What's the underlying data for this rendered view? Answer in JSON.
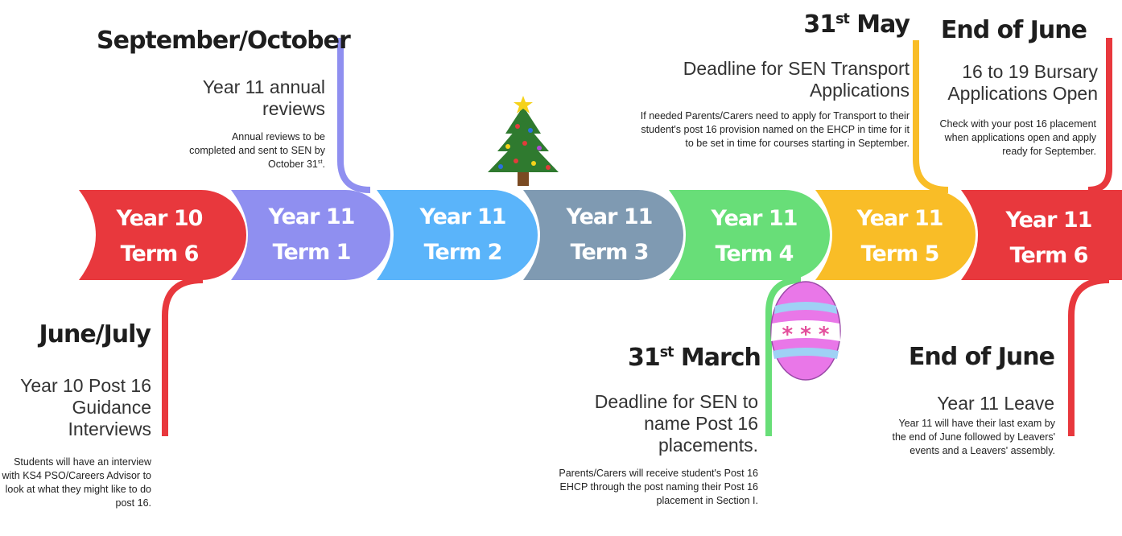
{
  "colors": {
    "y10t6": "#e8383d",
    "y11t1": "#8f8ff0",
    "y11t2": "#5ab4fa",
    "y11t3": "#7f9ab2",
    "y11t4": "#68de78",
    "y11t5": "#f9bd27",
    "y11t6": "#e8383d"
  },
  "segments": [
    {
      "line1": "Year 10",
      "line2": "Term 6"
    },
    {
      "line1": "Year 11",
      "line2": "Term 1"
    },
    {
      "line1": "Year 11",
      "line2": "Term 2"
    },
    {
      "line1": "Year 11",
      "line2": "Term 3"
    },
    {
      "line1": "Year 11",
      "line2": "Term 4"
    },
    {
      "line1": "Year 11",
      "line2": "Term 5"
    },
    {
      "line1": "Year 11",
      "line2": "Term 6"
    }
  ],
  "events": {
    "sep_oct": {
      "heading": "September/October",
      "sub": "Year 11 annual reviews",
      "detail": "Annual reviews to be completed and sent to SEN by October 31",
      "detail_sup": "st",
      "detail_end": "."
    },
    "may": {
      "heading_num": "31",
      "heading_sup": "st",
      "heading_rest": " May",
      "sub": "Deadline for SEN Transport Applications",
      "detail": "If needed Parents/Carers need to apply for Transport to their student's post 16 provision named on the EHCP in time for it to be set in time for courses starting in September."
    },
    "end_june_top": {
      "heading": "End of June",
      "sub": "16 to 19 Bursary Applications Open",
      "detail": "Check with your post 16 placement when applications open and apply ready for September."
    },
    "june_july": {
      "heading": "June/July",
      "sub": "Year 10 Post 16 Guidance Interviews",
      "detail": "Students will have an interview with KS4 PSO/Careers Advisor to look at what they might like to do post 16."
    },
    "march": {
      "heading_num": "31",
      "heading_sup": "st",
      "heading_rest": " March",
      "sub": "Deadline for SEN to name Post 16 placements.",
      "detail": "Parents/Carers will receive student's Post 16 EHCP through the post naming their Post 16 placement in Section I."
    },
    "end_june_bottom": {
      "heading": "End of June",
      "sub": "Year 11 Leave",
      "detail": "Year 11 will have their last exam by the end of June followed by Leavers' events and a Leavers' assembly."
    }
  },
  "icons": {
    "tree": "christmas-tree-icon",
    "egg": "easter-egg-icon"
  }
}
